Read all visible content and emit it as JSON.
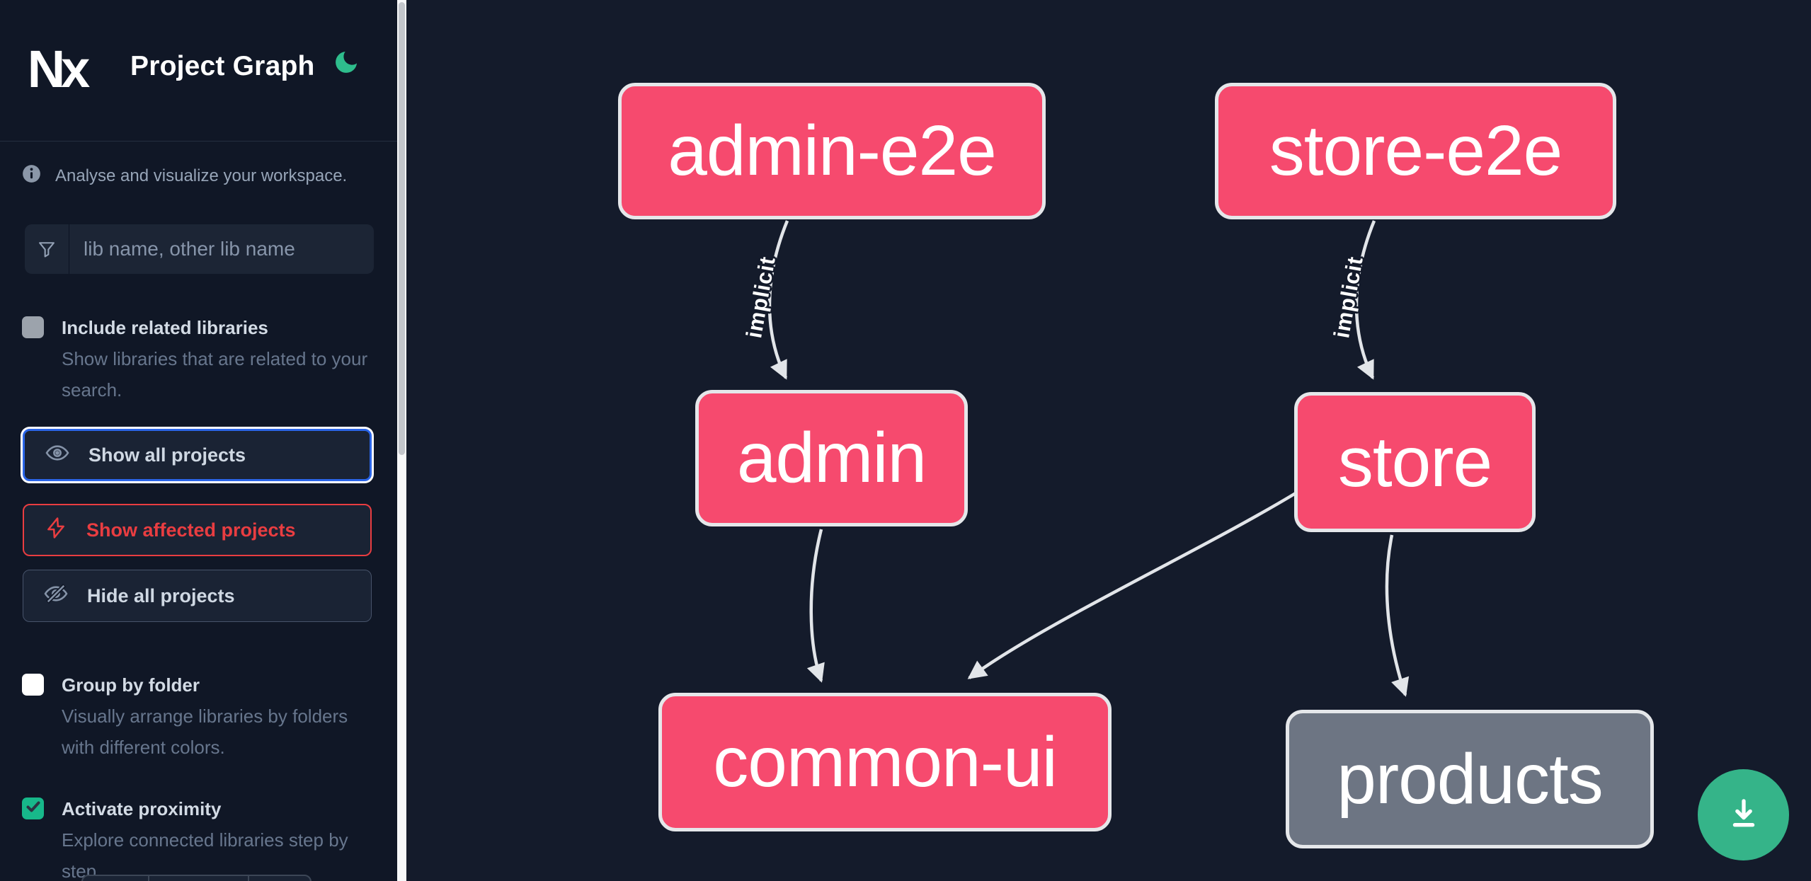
{
  "header": {
    "logo_text": "Nx",
    "title": "Project Graph"
  },
  "sidebar": {
    "tagline": "Analyse and visualize your workspace.",
    "search": {
      "placeholder": "lib name, other lib name"
    },
    "filters": [
      {
        "label": "Include related libraries",
        "description": "Show libraries that are related to your search.",
        "checked": false
      },
      {
        "label": "Group by folder",
        "description": "Visually arrange libraries by folders with different colors.",
        "checked": false
      },
      {
        "label": "Activate proximity",
        "description": "Explore connected libraries step by step.",
        "checked": true
      }
    ],
    "actions": [
      {
        "label": "Show all projects"
      },
      {
        "label": "Show affected projects"
      },
      {
        "label": "Hide all projects"
      }
    ]
  },
  "graph": {
    "nodes": [
      {
        "label": "admin-e2e",
        "status": "affected"
      },
      {
        "label": "store-e2e",
        "status": "affected"
      },
      {
        "label": "admin",
        "status": "affected"
      },
      {
        "label": "store",
        "status": "affected"
      },
      {
        "label": "common-ui",
        "status": "affected"
      },
      {
        "label": "products",
        "status": "normal"
      }
    ],
    "edges": [
      {
        "from": "admin-e2e",
        "to": "admin",
        "label": "implicit"
      },
      {
        "from": "store-e2e",
        "to": "store",
        "label": "implicit"
      },
      {
        "from": "admin",
        "to": "common-ui",
        "label": ""
      },
      {
        "from": "store",
        "to": "common-ui",
        "label": ""
      },
      {
        "from": "store",
        "to": "products",
        "label": ""
      }
    ]
  },
  "icons": {
    "moon": "moon-icon",
    "info": "info-icon",
    "filter": "filter-funnel-icon",
    "eye": "eye-icon",
    "bolt": "lightning-bolt-icon",
    "eye_off": "eye-off-icon",
    "download": "download-icon",
    "check": "checkmark-icon"
  },
  "colors": {
    "affected_node": "#f64a6e",
    "normal_node": "#6d7583",
    "node_border": "#e5e7ea",
    "edge": "#e2e5e9",
    "focus_blue": "#2a65e8",
    "affected_red": "#e93d41",
    "checkbox_green": "#17b88a",
    "moon_green": "#2ebd8c",
    "fab_green": "#35b489",
    "canvas_bg": "#141b2b",
    "sidebar_bg": "#101726"
  }
}
